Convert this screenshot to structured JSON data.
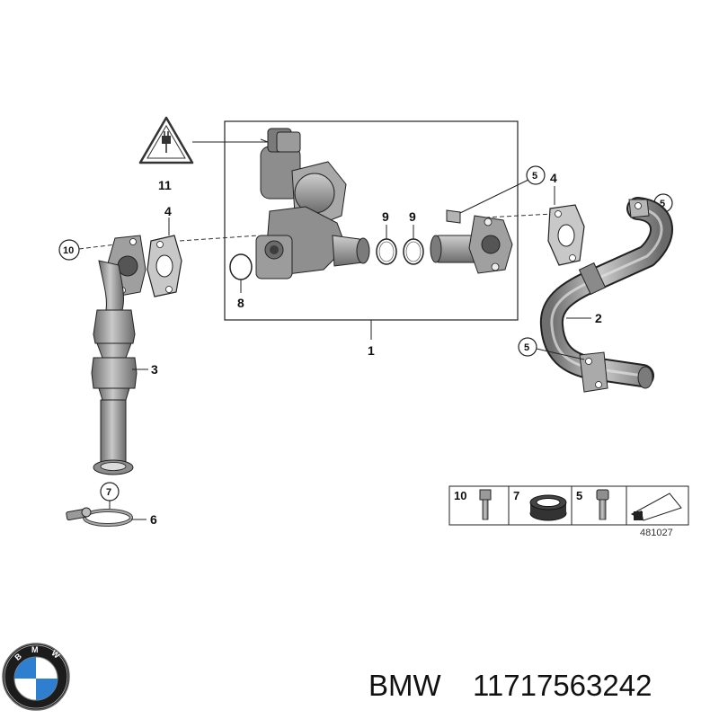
{
  "callouts": {
    "c1": "1",
    "c2": "2",
    "c3": "3",
    "c4a": "4",
    "c4b": "4",
    "c5a": "5",
    "c5b": "5",
    "c5c": "5",
    "c6": "6",
    "c7": "7",
    "c8": "8",
    "c9a": "9",
    "c9b": "9",
    "c10": "10",
    "c11": "11"
  },
  "legend": {
    "item10": "10",
    "item7": "7",
    "item5": "5"
  },
  "reference_number": "481027",
  "caption": {
    "brand": "BMW",
    "part_number": "11717563242"
  },
  "logo_letters": [
    "B",
    "M",
    "W"
  ],
  "colors": {
    "part_fill": "#9a9a9a",
    "part_dark": "#5e5e5e",
    "outline": "#222222",
    "bmw_blue": "#2f7fd0"
  },
  "icons": [
    "warning-triangle-icon",
    "bmw-roundel-icon",
    "arrow-icon"
  ]
}
